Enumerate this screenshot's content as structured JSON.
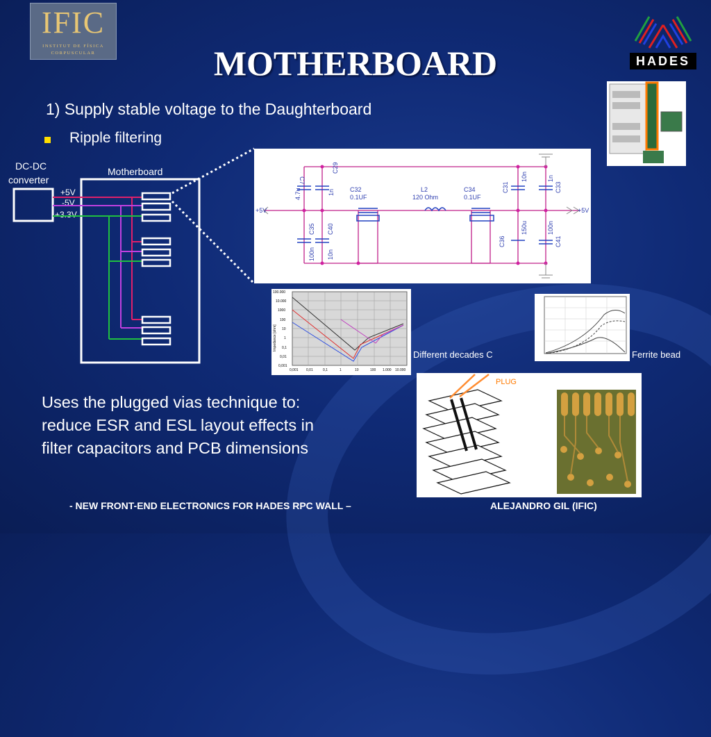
{
  "logos": {
    "ific_name": "IFIC",
    "ific_line1": "INSTITUT DE FÍSICA",
    "ific_line2": "CORPUSCULAR",
    "hades_name": "HADES"
  },
  "title": "MOTHERBOARD",
  "point1": "1) Supply stable voltage to the Daughterboard",
  "bullet1": "Ripple filtering",
  "block_diagram": {
    "dcdc_label_line1": "DC-DC",
    "dcdc_label_line2": "converter",
    "motherboard_label": "Motherboard",
    "rail_p5": "+5V",
    "rail_m5": "-5V",
    "rail_p33": "+3.3V"
  },
  "schematic": {
    "in_label": "+5V",
    "out_label": "+5V",
    "c7": "C7",
    "c7_val": "4.7u",
    "c29": "C29",
    "c29_val": "1n",
    "c35": "C35",
    "c35_val": "100n",
    "c40": "C40",
    "c40_val": "10n",
    "c32": "C32",
    "c32_val": "0.1UF",
    "l2": "L2",
    "l2_val": "120 Ohm",
    "c34": "C34",
    "c34_val": "0.1UF",
    "c31": "C31",
    "c31_val": "10n",
    "c33": "C33",
    "c33_val": "1n",
    "c36": "C36",
    "c36_val": "150u",
    "c41": "C41",
    "c41_val": "100n"
  },
  "impedance_chart": {
    "ylabel": "Impedance [ohm]",
    "yticks": [
      "100.000",
      "10.000",
      "1000",
      "100",
      "10",
      "1",
      "0,1",
      "0,01",
      "0,001"
    ],
    "xticks": [
      "0,001",
      "0,01",
      "0,1",
      "1",
      "10",
      "100",
      "1.000",
      "10.000"
    ],
    "caption": "Different decades C"
  },
  "ferrite_chart": {
    "caption": "Ferrite bead"
  },
  "vias": {
    "plug_label": "PLUG"
  },
  "paragraph": {
    "line1": " Uses the plugged vias technique to:",
    "line2": "reduce ESR and ESL layout effects in",
    "line3": "filter capacitors and PCB dimensions"
  },
  "footer": {
    "left": "- NEW FRONT-END ELECTRONICS FOR HADES RPC WALL –",
    "right": "ALEJANDRO GIL (IFIC)"
  },
  "colors": {
    "background": "#0f2a75",
    "bullet": "#ffde00",
    "rail_p5": "#e0206a",
    "rail_m5": "#c040e0",
    "rail_p33": "#20c040",
    "schematic_wire": "#c0208a",
    "schematic_node": "#d020a0",
    "orange_highlight": "#ff7a00"
  }
}
